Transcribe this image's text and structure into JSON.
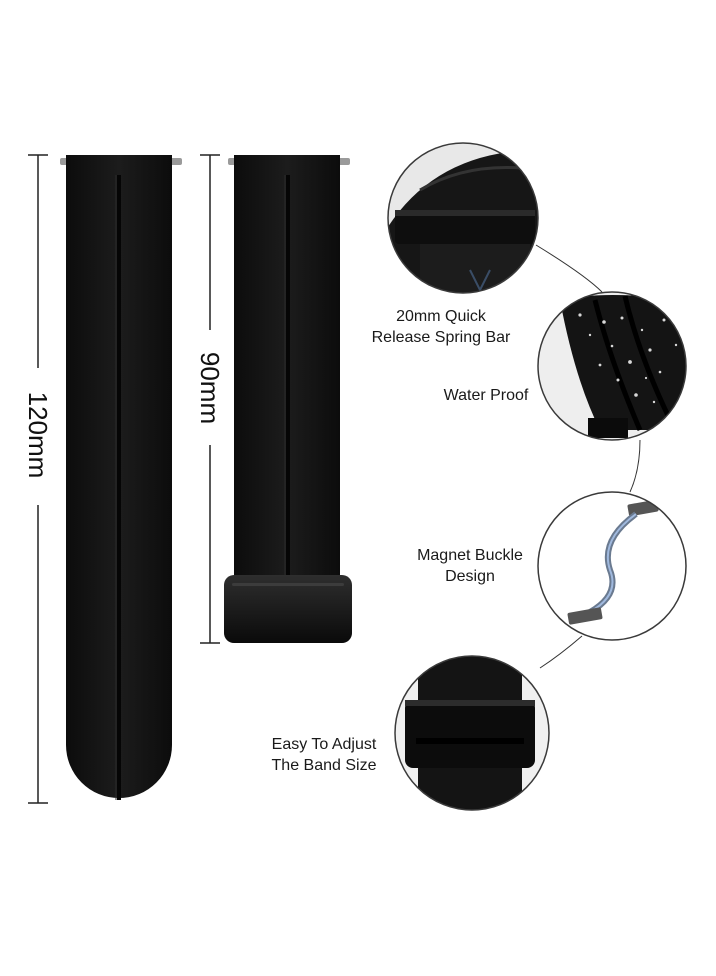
{
  "dimensions": {
    "long_strap_length": "120mm",
    "short_strap_length": "90mm"
  },
  "features": [
    {
      "id": "spring-bar",
      "label": "20mm Quick\nRelease Spring Bar"
    },
    {
      "id": "water-proof",
      "label": "Water Proof"
    },
    {
      "id": "magnet-buckle",
      "label": "Magnet Buckle\nDesign"
    },
    {
      "id": "adjust-size",
      "label": "Easy To Adjust\nThe Band Size"
    }
  ],
  "colors": {
    "strap": "#141414",
    "strap_edge": "#2a2a2a",
    "line": "#222222",
    "circle_border": "#3a3a3a"
  }
}
